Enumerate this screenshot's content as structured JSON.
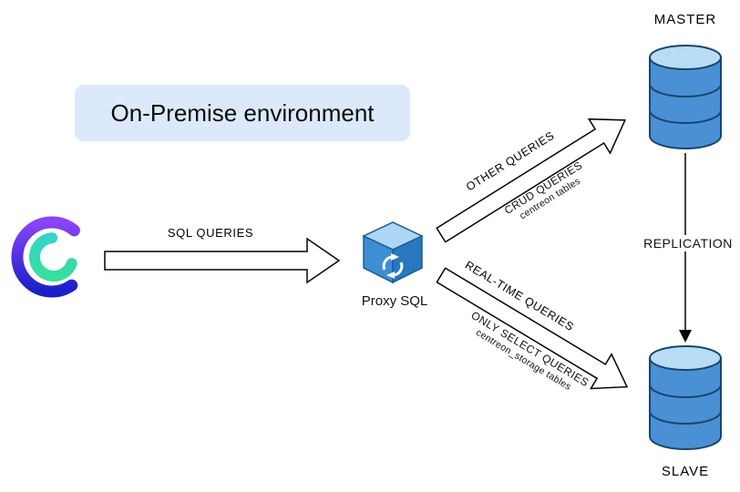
{
  "title_box": {
    "label": "On-Premise environment"
  },
  "nodes": {
    "source": {
      "icon": "centreon-logo"
    },
    "proxy": {
      "label": "Proxy SQL",
      "icon": "cube-sync-icon"
    },
    "master": {
      "label": "MASTER",
      "icon": "database-icon"
    },
    "slave": {
      "label": "SLAVE",
      "icon": "database-icon"
    }
  },
  "flows": {
    "sql": {
      "label": "SQL QUERIES"
    },
    "other": {
      "label": "OTHER QUERIES"
    },
    "crud": {
      "label": "CRUD QUERIES",
      "detail": "centreon tables"
    },
    "realtime": {
      "label": "REAL-TIME QUERIES"
    },
    "select": {
      "label": "ONLY SELECT QUERIES",
      "detail": "centreon_storage tables"
    },
    "replication": {
      "label": "REPLICATION"
    }
  },
  "colors": {
    "env_box_bg": "#dce9fb",
    "db_body": "#4a90d5",
    "db_top": "#b9dcf5",
    "db_outline": "#17466e",
    "cube_top": "#aed6f4",
    "cube_left": "#3d8ed2",
    "cube_right": "#2878bd",
    "logo_purple": "#8a45f5",
    "logo_blue": "#1b1fc9",
    "logo_teal": "#2fd0b2",
    "arrow_fill": "#ffffff",
    "arrow_outline": "#000000"
  }
}
